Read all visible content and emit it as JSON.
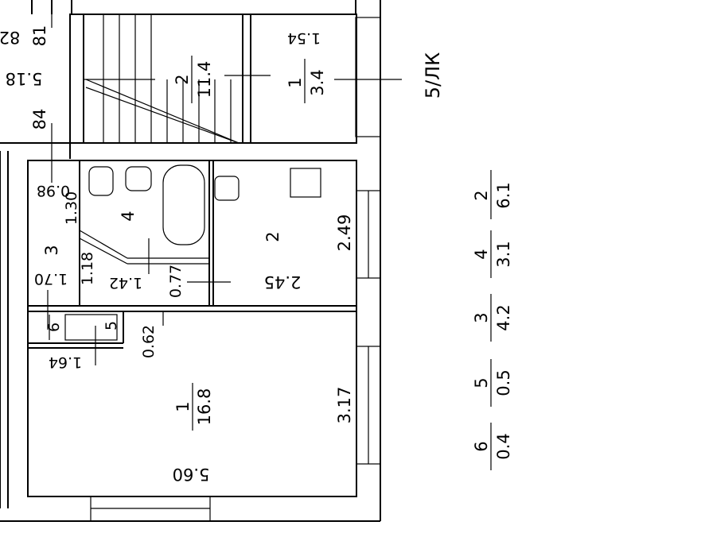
{
  "rooms": {
    "room_1": {
      "number": "1",
      "area": "16.8"
    },
    "room_2": {
      "number": "2",
      "area": "",
      "depth": "2.49",
      "width": "2.45"
    },
    "room_3": {
      "number": "3",
      "depth": "1.70",
      "height": "1.18"
    },
    "room_4": {
      "number": "4",
      "depth": "1.30",
      "width": "1.42"
    },
    "room_5": {
      "number": "5"
    },
    "room_6": {
      "number": "6"
    },
    "room_1_dims": {
      "depth": "3.17",
      "width": "5.60"
    },
    "stair_room": {
      "number": "2",
      "area": "11.4"
    },
    "balcony": {
      "number": "1",
      "area": "3.4",
      "dim": "1.54"
    },
    "misc": {
      "d_0_98": "0.98",
      "d_0_77": "0.77",
      "d_0_62": "0.62",
      "d_1_64": "1.64",
      "d_5_18": "5.18",
      "d_81": "81",
      "d_84": "84",
      "d_82": "82"
    }
  },
  "block_label": "5/ЛК",
  "legend": [
    {
      "number": "2",
      "area": "6.1"
    },
    {
      "number": "4",
      "area": "3.1"
    },
    {
      "number": "3",
      "area": "4.2"
    },
    {
      "number": "5",
      "area": "0.5"
    },
    {
      "number": "6",
      "area": "0.4"
    }
  ]
}
